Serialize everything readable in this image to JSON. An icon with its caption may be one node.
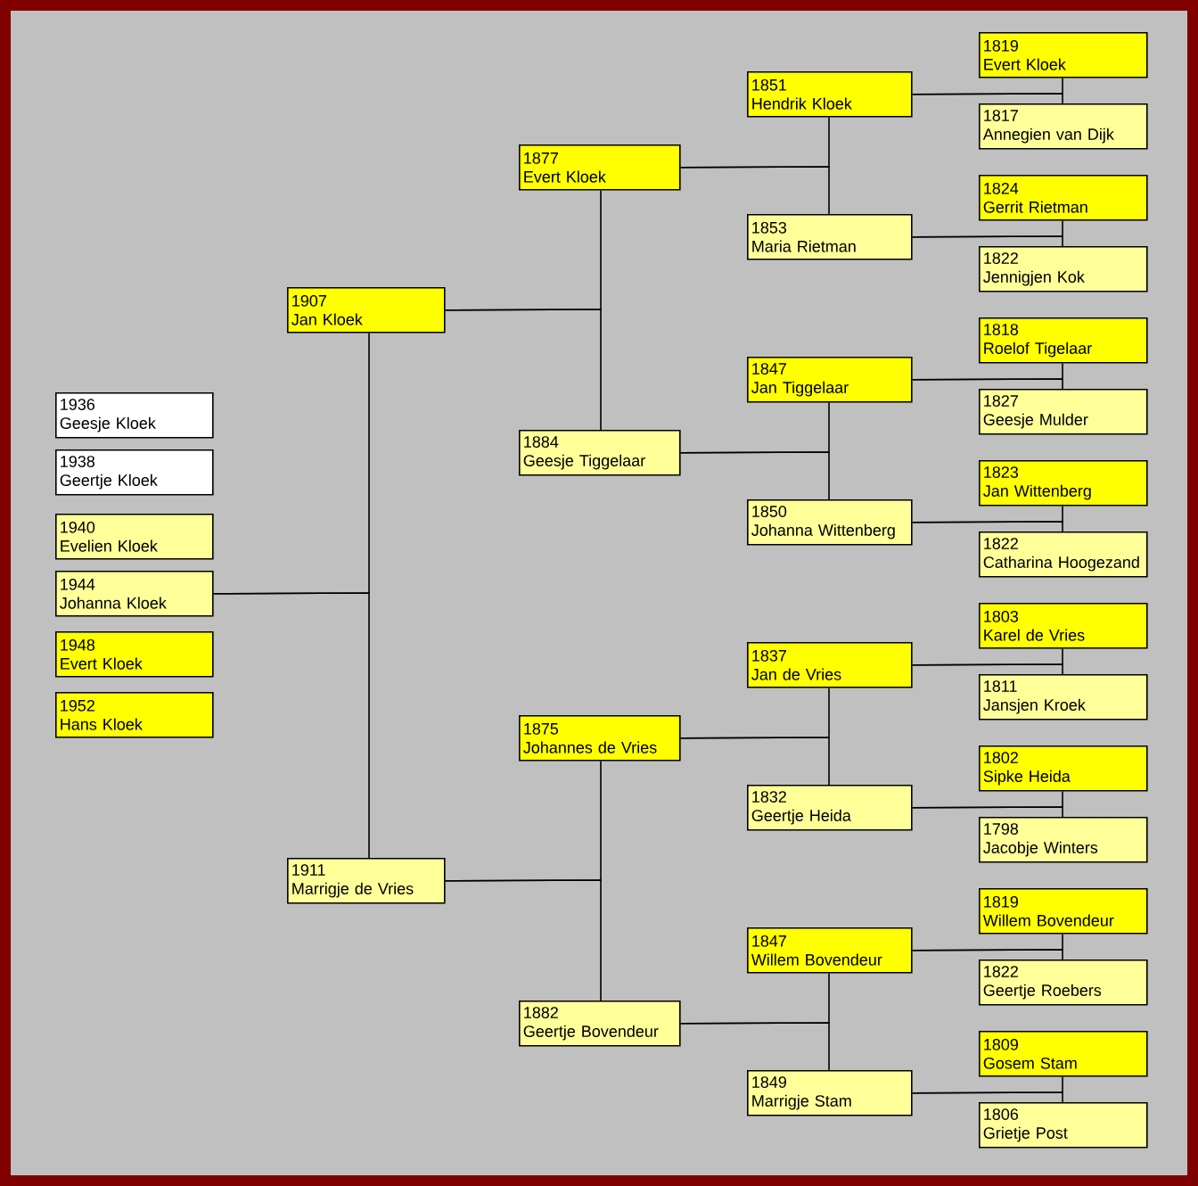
{
  "diagram": {
    "nodes": [
      {
        "text": [
          "1936",
          "Geesje Kloek"
        ]
      },
      {
        "text": [
          "1938",
          "Geertje Kloek"
        ]
      },
      {
        "text": [
          "1940",
          "Evelien Kloek"
        ]
      },
      {
        "text": [
          "1944",
          "Johanna Kloek"
        ]
      },
      {
        "text": [
          "1948",
          "Evert Kloek"
        ]
      },
      {
        "text": [
          "1952",
          "Hans Kloek"
        ]
      },
      {
        "text": [
          "1907",
          "Jan Kloek"
        ]
      },
      {
        "text": [
          "1911",
          "Marrigje de Vries"
        ]
      },
      {
        "text": [
          "1877",
          "Evert Kloek"
        ]
      },
      {
        "text": [
          "1884",
          "Geesje Tiggelaar"
        ]
      },
      {
        "text": [
          "1875",
          "Johannes de Vries"
        ]
      },
      {
        "text": [
          "1882",
          "Geertje Bovendeur"
        ]
      },
      {
        "text": [
          "1851",
          "Hendrik Kloek"
        ]
      },
      {
        "text": [
          "1853",
          "Maria Rietman"
        ]
      },
      {
        "text": [
          "1847",
          "Jan Tiggelaar"
        ]
      },
      {
        "text": [
          "1850",
          "Johanna Wittenberg"
        ]
      },
      {
        "text": [
          "1837",
          "Jan de Vries"
        ]
      },
      {
        "text": [
          "1832",
          "Geertje Heida"
        ]
      },
      {
        "text": [
          "1847",
          "Willem Bovendeur"
        ]
      },
      {
        "text": [
          "1849",
          "Marrigje Stam"
        ]
      },
      {
        "text": [
          "1819",
          "Evert Kloek"
        ]
      },
      {
        "text": [
          "1817",
          "Annegien van Dijk"
        ]
      },
      {
        "text": [
          "1824",
          "Gerrit Rietman"
        ]
      },
      {
        "text": [
          "1822",
          "Jennigjen Kok"
        ]
      },
      {
        "text": [
          "1818",
          "Roelof Tigelaar"
        ]
      },
      {
        "text": [
          "1827",
          "Geesje Mulder"
        ]
      },
      {
        "text": [
          "1823",
          "Jan Wittenberg"
        ]
      },
      {
        "text": [
          "1822",
          "Catharina Hoogezand"
        ]
      },
      {
        "text": [
          "1803",
          "Karel de Vries"
        ]
      },
      {
        "text": [
          "1811",
          "Jansjen Kroek"
        ]
      },
      {
        "text": [
          "1802",
          "Sipke Heida"
        ]
      },
      {
        "text": [
          "1798",
          "Jacobje Winters"
        ]
      },
      {
        "text": [
          "1819",
          "Willem Bovendeur"
        ]
      },
      {
        "text": [
          "1822",
          "Geertje Roebers"
        ]
      },
      {
        "text": [
          "1809",
          "Gosem Stam"
        ]
      },
      {
        "text": [
          "1806",
          "Grietje Post"
        ]
      }
    ],
    "edges": [
      {
        "from": 3,
        "to": 6,
        "arrow": "none"
      },
      {
        "from": 3,
        "to": 7,
        "arrow": "none"
      },
      {
        "from": 6,
        "to": 8,
        "arrow": "none"
      },
      {
        "from": 6,
        "to": 9,
        "arrow": "none"
      },
      {
        "from": 7,
        "to": 10,
        "arrow": "none"
      },
      {
        "from": 7,
        "to": 11,
        "arrow": "none"
      },
      {
        "from": 8,
        "to": 12,
        "arrow": "none"
      },
      {
        "from": 8,
        "to": 13,
        "arrow": "none"
      },
      {
        "from": 9,
        "to": 14,
        "arrow": "none"
      },
      {
        "from": 9,
        "to": 15,
        "arrow": "none"
      },
      {
        "from": 10,
        "to": 16,
        "arrow": "none"
      },
      {
        "from": 10,
        "to": 17,
        "arrow": "none"
      },
      {
        "from": 11,
        "to": 18,
        "arrow": "none"
      },
      {
        "from": 11,
        "to": 19,
        "arrow": "none"
      },
      {
        "from": 12,
        "to": 20,
        "arrow": "none"
      },
      {
        "from": 12,
        "to": 21,
        "arrow": "none"
      },
      {
        "from": 13,
        "to": 22,
        "arrow": "none"
      },
      {
        "from": 13,
        "to": 23,
        "arrow": "none"
      },
      {
        "from": 14,
        "to": 24,
        "arrow": "none"
      },
      {
        "from": 14,
        "to": 25,
        "arrow": "none"
      },
      {
        "from": 15,
        "to": 26,
        "arrow": "none"
      },
      {
        "from": 15,
        "to": 27,
        "arrow": "none"
      },
      {
        "from": 16,
        "to": 28,
        "arrow": "none"
      },
      {
        "from": 16,
        "to": 29,
        "arrow": "none"
      },
      {
        "from": 17,
        "to": 30,
        "arrow": "none"
      },
      {
        "from": 17,
        "to": 31,
        "arrow": "none"
      },
      {
        "from": 18,
        "to": 32,
        "arrow": "none"
      },
      {
        "from": 18,
        "to": 33,
        "arrow": "none"
      },
      {
        "from": 19,
        "to": 34,
        "arrow": "none"
      },
      {
        "from": 19,
        "to": 35,
        "arrow": "none"
      }
    ]
  }
}
